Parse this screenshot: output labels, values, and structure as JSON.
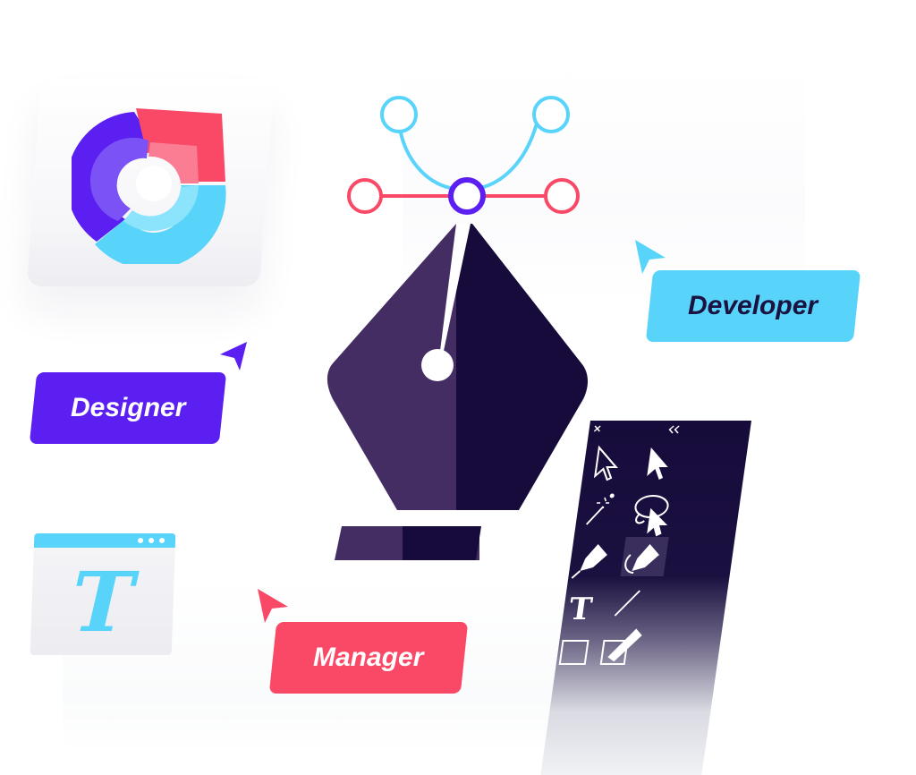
{
  "labels": {
    "designer": "Designer",
    "developer": "Developer",
    "manager": "Manager"
  },
  "text_window": {
    "letter": "T"
  },
  "colors": {
    "purple": "#5b1ff2",
    "cyan": "#58d4fb",
    "red": "#f94966",
    "pen_dark": "#160b3a",
    "pen_mid": "#432d63"
  },
  "icons": {
    "tools": [
      "close-icon",
      "collapse-icon",
      "select-arrow-icon",
      "direct-select-icon",
      "magic-wand-icon",
      "lasso-icon",
      "pen-tool-icon",
      "curvature-pen-icon",
      "type-tool-icon",
      "line-tool-icon",
      "rectangle-tool-icon",
      "paintbrush-icon"
    ]
  }
}
